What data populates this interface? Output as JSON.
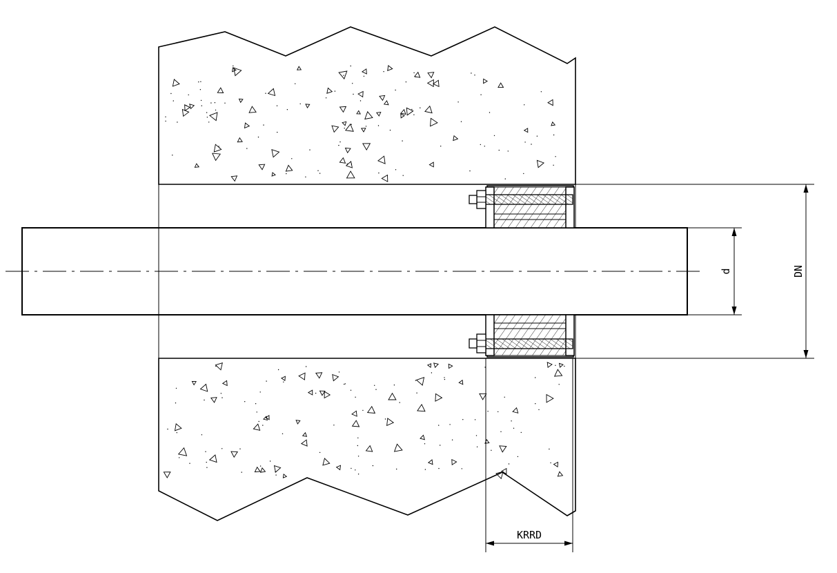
{
  "drawing": {
    "type": "pipe wall penetration seal, section view",
    "line_color": "#000000",
    "background": "#ffffff"
  },
  "labels": {
    "inner_diameter": "d",
    "outer_diameter": "DN",
    "seal_depth": "KRRD"
  }
}
